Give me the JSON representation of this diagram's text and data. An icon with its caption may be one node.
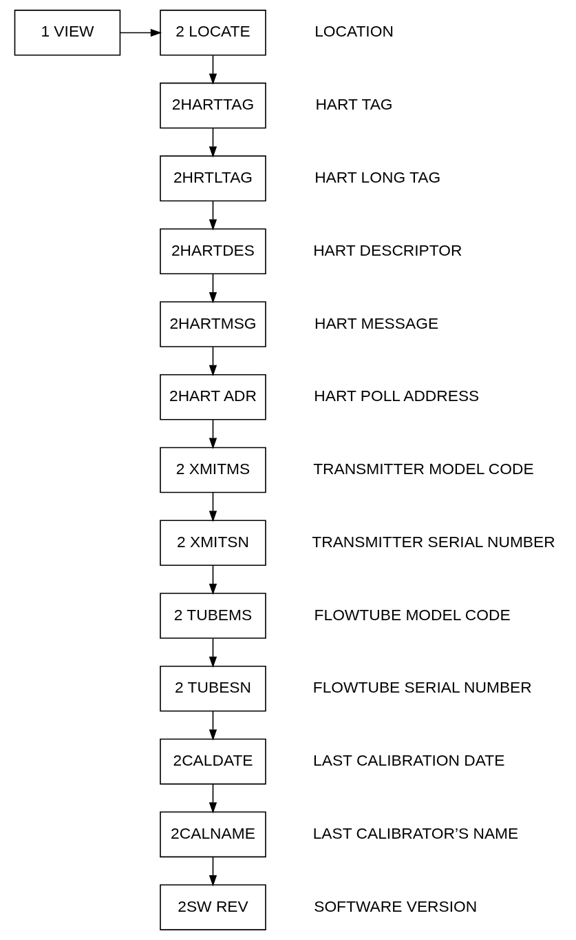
{
  "diagram": {
    "nodes": [
      {
        "text": [
          "1 VIEW"
        ]
      },
      {
        "text": [
          "2 LOCATE"
        ],
        "beside": [
          "LOCATION"
        ]
      },
      {
        "text": [
          "2HARTTAG"
        ],
        "beside": [
          "HART TAG"
        ]
      },
      {
        "text": [
          "2HRTLTAG"
        ],
        "beside": [
          "HART LONG TAG"
        ]
      },
      {
        "text": [
          "2HARTDES"
        ],
        "beside": [
          "HART DESCRIPTOR"
        ]
      },
      {
        "text": [
          "2HARTMSG"
        ],
        "beside": [
          "HART MESSAGE"
        ]
      },
      {
        "text": [
          "2HART ADR"
        ],
        "beside": [
          "HART POLL ADDRESS"
        ]
      },
      {
        "text": [
          "2 XMITMS"
        ],
        "beside": [
          "TRANSMITTER MODEL CODE"
        ]
      },
      {
        "text": [
          "2 XMITSN"
        ],
        "beside": [
          "TRANSMITTER SERIAL NUMBER"
        ]
      },
      {
        "text": [
          "2 TUBEMS"
        ],
        "beside": [
          "FLOWTUBE MODEL CODE"
        ]
      },
      {
        "text": [
          "2 TUBESN"
        ],
        "beside": [
          "FLOWTUBE SERIAL NUMBER"
        ]
      },
      {
        "text": [
          "2CALDATE"
        ],
        "beside": [
          "LAST CALIBRATION DATE"
        ]
      },
      {
        "text": [
          "2CALNAME"
        ],
        "beside": [
          "LAST CALIBRATOR’S NAME"
        ]
      },
      {
        "text": [
          "2SW REV"
        ],
        "beside": [
          "SOFTWARE VERSION"
        ]
      }
    ],
    "edges": [
      {
        "from": 0,
        "to": 1,
        "arrow": "to"
      },
      {
        "from": 1,
        "to": 2,
        "arrow": "to"
      },
      {
        "from": 2,
        "to": 3,
        "arrow": "to"
      },
      {
        "from": 3,
        "to": 4,
        "arrow": "to"
      },
      {
        "from": 4,
        "to": 5,
        "arrow": "to"
      },
      {
        "from": 5,
        "to": 6,
        "arrow": "to"
      },
      {
        "from": 6,
        "to": 7,
        "arrow": "to"
      },
      {
        "from": 7,
        "to": 8,
        "arrow": "to"
      },
      {
        "from": 8,
        "to": 9,
        "arrow": "to"
      },
      {
        "from": 9,
        "to": 10,
        "arrow": "to"
      },
      {
        "from": 10,
        "to": 11,
        "arrow": "to"
      },
      {
        "from": 11,
        "to": 12,
        "arrow": "to"
      },
      {
        "from": 12,
        "to": 13,
        "arrow": "to"
      }
    ]
  }
}
